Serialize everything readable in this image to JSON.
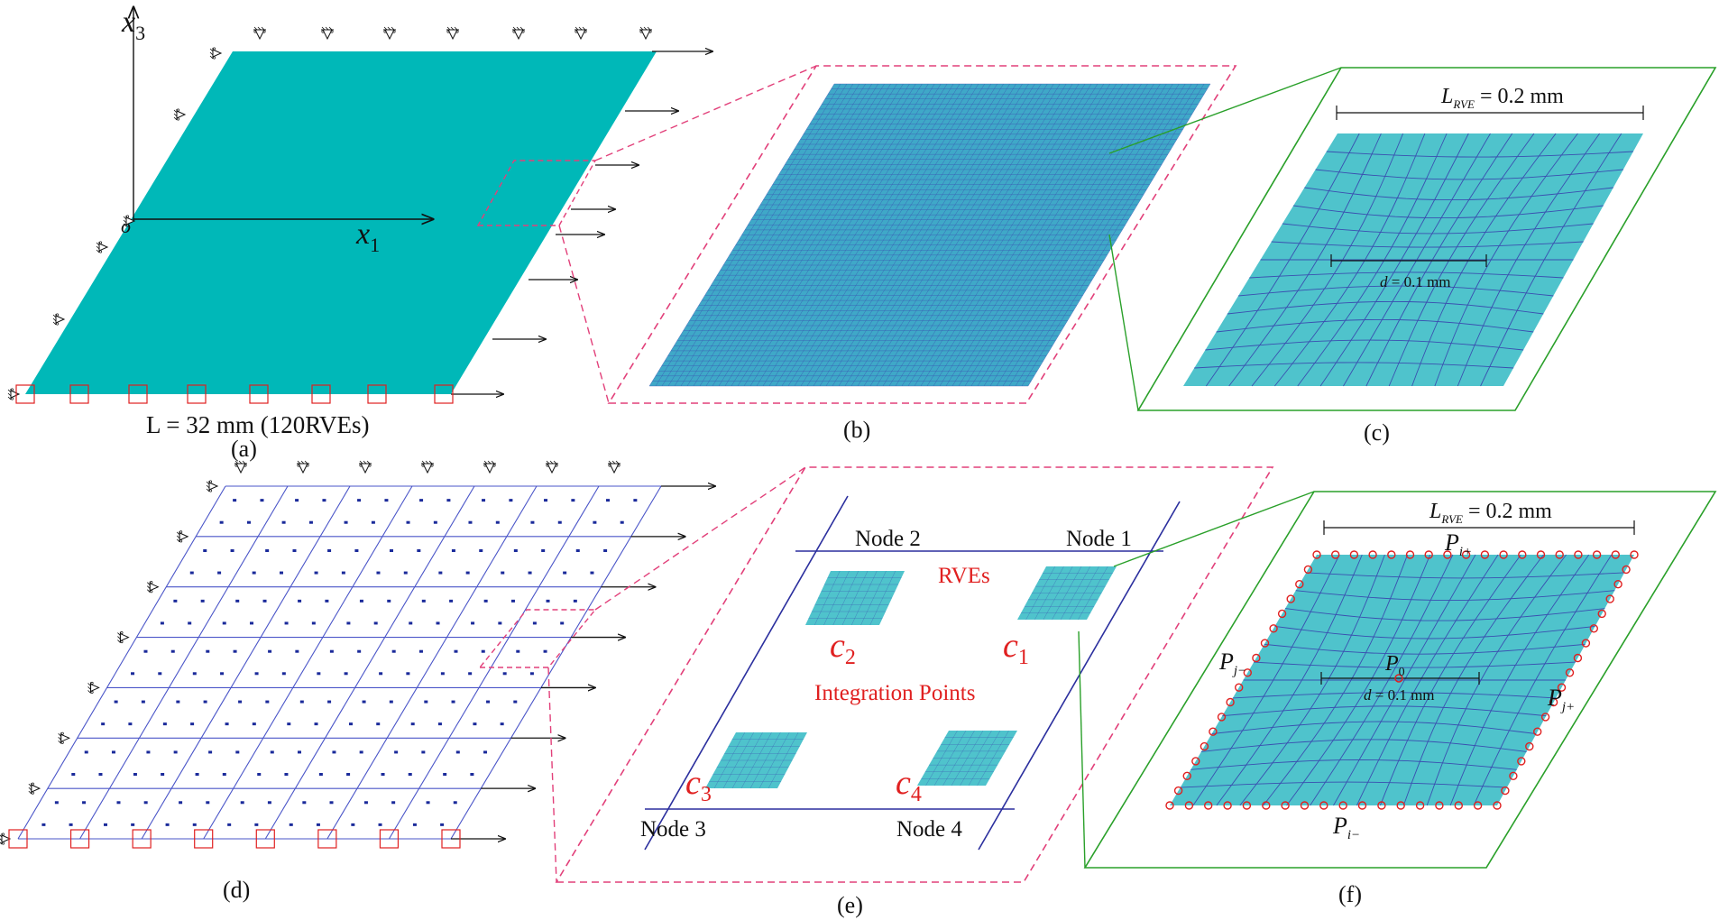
{
  "colors": {
    "plate": "#00B8B8",
    "rve_fill": "#4FC3CC",
    "mesh_line": "#3A4FB0",
    "grid_line": "#4A55C8",
    "magenta": "#E2407A",
    "green": "#2AA02A",
    "red": "#E02020",
    "black": "#111111"
  },
  "panel_a": {
    "axis_x3": "x",
    "axis_x3_sub": "3",
    "axis_x1": "x",
    "axis_x1_sub": "1",
    "origin": "o",
    "length_label": "L = 32 mm (120RVEs)",
    "caption": "(a)"
  },
  "panel_b": {
    "caption": "(b)"
  },
  "panel_c": {
    "lrve_label": "L",
    "lrve_sub": "RVE",
    "lrve_value": " = 0.2 mm",
    "d_label": "d",
    "d_value": " = 0.1 mm",
    "caption": "(c)"
  },
  "panel_d": {
    "caption": "(d)"
  },
  "panel_e": {
    "node1": "Node 1",
    "node2": "Node 2",
    "node3": "Node 3",
    "node4": "Node 4",
    "rves": "RVEs",
    "integration": "Integration Points",
    "c": "c",
    "c1_sub": "1",
    "c2_sub": "2",
    "c3_sub": "3",
    "c4_sub": "4",
    "caption": "(e)"
  },
  "panel_f": {
    "lrve_label": "L",
    "lrve_sub": "RVE",
    "lrve_value": " = 0.2 mm",
    "d_label": "d",
    "d_value": " = 0.1 mm",
    "p": "P",
    "p_i_plus": "i+",
    "p_i_minus": "i−",
    "p_j_plus": "j+",
    "p_j_minus": "j−",
    "p0_sub": "0",
    "caption": "(f)"
  }
}
